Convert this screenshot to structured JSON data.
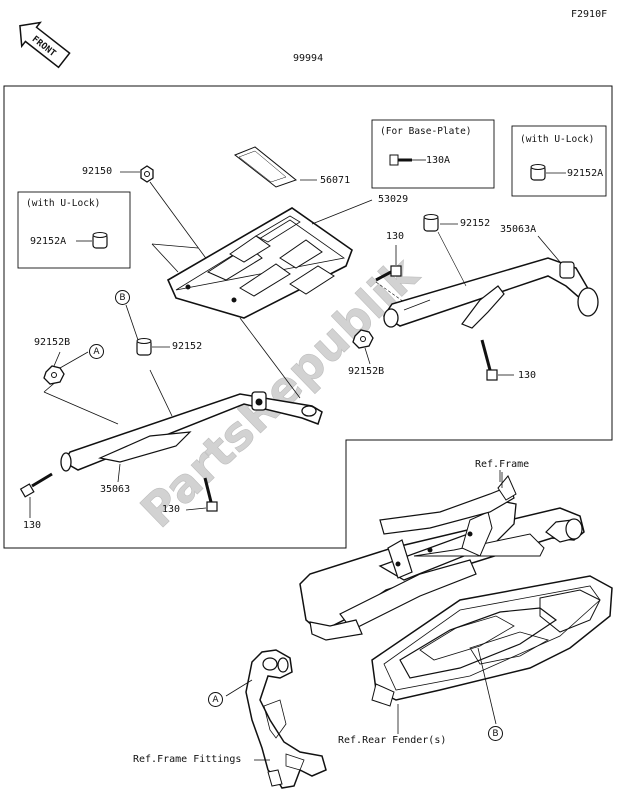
{
  "header": {
    "figure_code": "F2910F",
    "assembly_number": "99994",
    "front_badge": "FRONT"
  },
  "watermark": {
    "text": "PartsRepublik",
    "color": "#cfcfcf"
  },
  "boxes": {
    "base_plate": {
      "title": "(For Base-Plate)",
      "part": "130A"
    },
    "u_lock_right": {
      "title": "(with U-Lock)",
      "part": "92152A"
    },
    "u_lock_left": {
      "title": "(with U-Lock)",
      "part": "92152A"
    }
  },
  "part_labels": {
    "p92150": "92150",
    "p56071": "56071",
    "p53029": "53029",
    "p130_top": "130",
    "p92152_top": "92152",
    "p35063A": "35063A",
    "p92152B_right": "92152B",
    "p130_right": "130",
    "p92152B_left": "92152B",
    "p92152_left": "92152",
    "p35063": "35063",
    "p130_left": "130",
    "p130_mid": "130"
  },
  "callouts": {
    "a": "A",
    "b": "B"
  },
  "references": {
    "frame": "Ref.Frame",
    "rear_fender": "Ref.Rear Fender(s)",
    "frame_fittings": "Ref.Frame Fittings"
  },
  "colors": {
    "line": "#111111",
    "background": "#ffffff"
  }
}
